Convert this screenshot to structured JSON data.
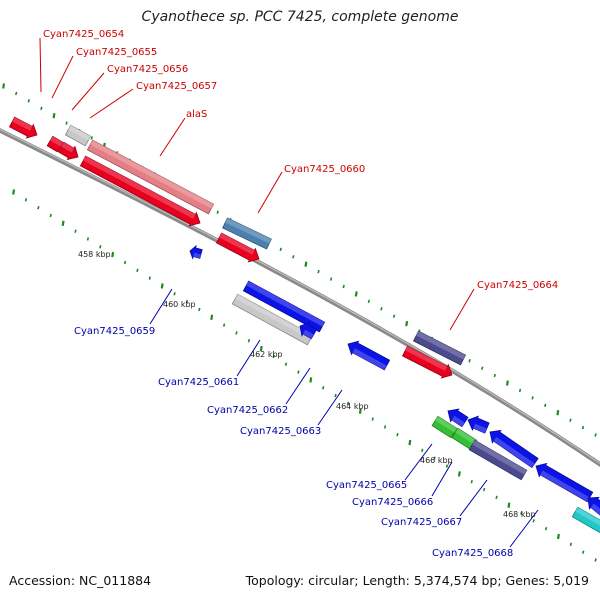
{
  "title": "Cyanothece sp. PCC 7425, complete genome",
  "accession": "Accession: NC_011884",
  "genome_stats": "Topology: circular; Length: 5,374,574 bp; Genes: 5,019",
  "colors": {
    "top_strand_label": "#cc0000",
    "bottom_strand_label": "#0000aa",
    "backbone": "#808080",
    "tick": "#1e8a1e"
  },
  "top_labels": [
    {
      "id": "g0654",
      "text": "Cyan7425_0654"
    },
    {
      "id": "g0655",
      "text": "Cyan7425_0655"
    },
    {
      "id": "g0656",
      "text": "Cyan7425_0656"
    },
    {
      "id": "g0657",
      "text": "Cyan7425_0657"
    },
    {
      "id": "alaS",
      "text": "alaS"
    },
    {
      "id": "g0660",
      "text": "Cyan7425_0660"
    },
    {
      "id": "g0664",
      "text": "Cyan7425_0664"
    }
  ],
  "bottom_labels": [
    {
      "id": "g0659",
      "text": "Cyan7425_0659"
    },
    {
      "id": "g0661",
      "text": "Cyan7425_0661"
    },
    {
      "id": "g0662",
      "text": "Cyan7425_0662"
    },
    {
      "id": "g0663",
      "text": "Cyan7425_0663"
    },
    {
      "id": "g0665",
      "text": "Cyan7425_0665"
    },
    {
      "id": "g0666",
      "text": "Cyan7425_0666"
    },
    {
      "id": "g0667",
      "text": "Cyan7425_0667"
    },
    {
      "id": "g0668",
      "text": "Cyan7425_0668"
    }
  ],
  "kbp_labels": [
    "458 kbp",
    "460 kbp",
    "462 kbp",
    "464 kbp",
    "466 kbp",
    "468 kbp"
  ]
}
